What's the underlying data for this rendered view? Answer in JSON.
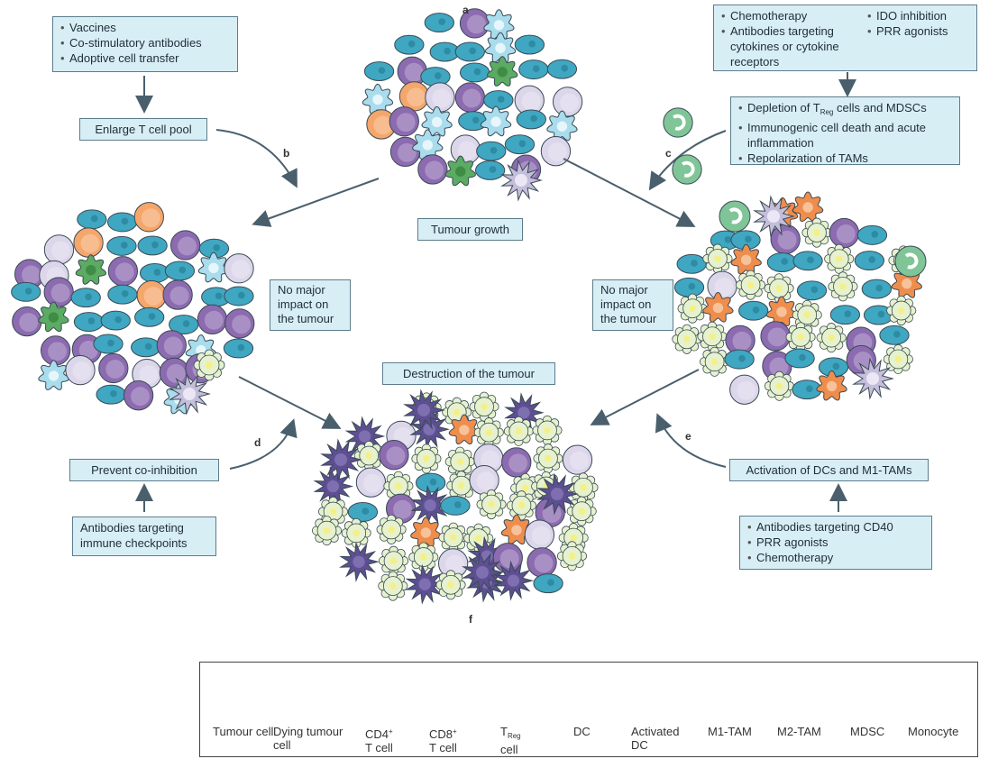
{
  "steps": {
    "a": "a",
    "b": "b",
    "c": "c",
    "d": "d",
    "e": "e",
    "f": "f"
  },
  "box_top_left": [
    "Vaccines",
    "Co-stimulatory antibodies",
    "Adoptive cell transfer"
  ],
  "enlarge": "Enlarge T cell pool",
  "box_top_right_col1": [
    "Chemotherapy",
    "Antibodies targeting cytokines or cytokine receptors"
  ],
  "box_top_right_col2": [
    "IDO inhibition",
    "PRR agonists"
  ],
  "box_right_mid": {
    "item1_pre": "Depletion of T",
    "item1_sub": "Reg",
    "item1_post": " cells and MDSCs",
    "item2": "Immunogenic cell death and acute inflammation",
    "item3": "Repolarization of TAMs"
  },
  "tumour_growth": "Tumour growth",
  "no_impact_left": "No major impact on the tumour",
  "no_impact_right": "No major impact on the tumour",
  "destruction": "Destruction of the tumour",
  "prevent": "Prevent co-inhibition",
  "antibodies_checkpoints": "Antibodies targeting immune checkpoints",
  "activation": "Activation of DCs and M1-TAMs",
  "box_bottom_right": [
    "Antibodies targeting CD40",
    "PRR agonists",
    "Chemotherapy"
  ],
  "legend": {
    "tumour": "Tumour cell",
    "dying": "Dying tumour cell",
    "cd4_pre": "CD4",
    "cd4_sup": "+",
    "cd4_post": "T cell",
    "cd8_pre": "CD8",
    "cd8_sup": "+",
    "cd8_post": "T cell",
    "treg_pre": "T",
    "treg_sub": "Reg",
    "treg_post": "cell",
    "dc": "DC",
    "activated_dc": "Activated DC",
    "m1": "M1-TAM",
    "m2": "M2-TAM",
    "mdsc": "MDSC",
    "monocyte": "Monocyte"
  },
  "colors": {
    "tumour": "#3fa7c1",
    "dying": "#e6f2cf",
    "cd4": "#dcd6ea",
    "cd8": "#8c6bb0",
    "treg": "#f5a66a",
    "dc": "#c4bedb",
    "activated_dc": "#5d4f92",
    "m1": "#ef8d4c",
    "m2": "#a9dced",
    "mdsc": "#5cab63",
    "monocyte": "#80c597",
    "box": "#d8eef5",
    "arrow": "#4a5f6c"
  },
  "icons": {
    "tumour": "tumour-cell-icon",
    "dying": "dying-tumour-cell-icon",
    "cd4": "cd4-t-cell-icon",
    "cd8": "cd8-t-cell-icon",
    "treg": "treg-cell-icon",
    "dc": "dendritic-cell-icon",
    "activated_dc": "activated-dendritic-cell-icon",
    "m1": "m1-tam-icon",
    "m2": "m2-tam-icon",
    "mdsc": "mdsc-icon",
    "monocyte": "monocyte-icon"
  }
}
